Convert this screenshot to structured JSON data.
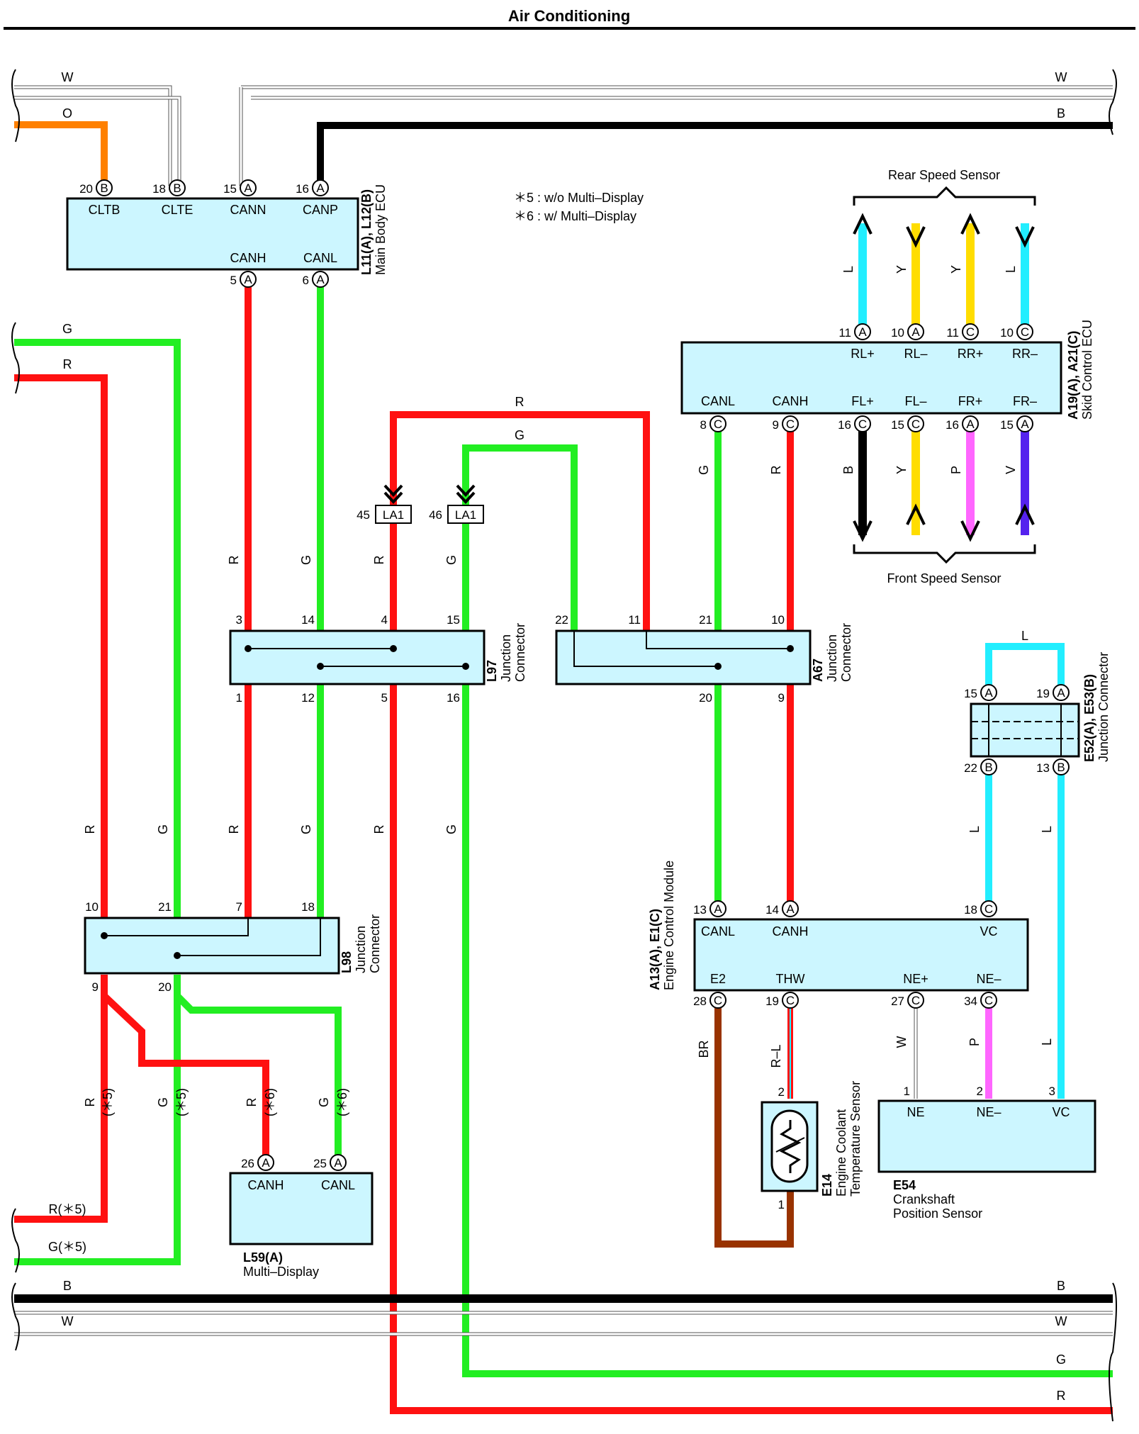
{
  "title": "Air Conditioning",
  "colors": {
    "W": "#ffffff",
    "O": "#ff8000",
    "B": "#000000",
    "G": "#22ee22",
    "R": "#ff1111",
    "L": "#22eeff",
    "Y": "#ffdd00",
    "P": "#ff66ff",
    "V": "#5522ee",
    "BR": "#993300",
    "box": "#ccf6ff"
  },
  "notes": [
    "＊5 : w/o Multi–Display",
    "＊6 : w/ Multi–Display"
  ],
  "components": {
    "body_ecu": {
      "code": "L11(A), L12(B)",
      "name": "Main Body ECU",
      "pins_top": [
        {
          "n": "20",
          "c": "B",
          "s": "CLTB"
        },
        {
          "n": "18",
          "c": "B",
          "s": "CLTE"
        },
        {
          "n": "15",
          "c": "A",
          "s": "CANN"
        },
        {
          "n": "16",
          "c": "A",
          "s": "CANP"
        }
      ],
      "pins_bottom": [
        {
          "n": "5",
          "c": "A",
          "s": "CANH"
        },
        {
          "n": "6",
          "c": "A",
          "s": "CANL"
        }
      ]
    },
    "skid_ecu": {
      "code": "A19(A), A21(C)",
      "name": "Skid Control ECU",
      "pins_top": [
        {
          "n": "11",
          "c": "A",
          "s": "RL+"
        },
        {
          "n": "10",
          "c": "A",
          "s": "RL–"
        },
        {
          "n": "11",
          "c": "C",
          "s": "RR+"
        },
        {
          "n": "10",
          "c": "C",
          "s": "RR–"
        }
      ],
      "pins_bottom": [
        {
          "n": "8",
          "c": "C",
          "s": "CANL"
        },
        {
          "n": "9",
          "c": "C",
          "s": "CANH"
        },
        {
          "n": "16",
          "c": "C",
          "s": "FL+"
        },
        {
          "n": "15",
          "c": "C",
          "s": "FL–"
        },
        {
          "n": "16",
          "c": "A",
          "s": "FR+"
        },
        {
          "n": "15",
          "c": "A",
          "s": "FR–"
        }
      ]
    },
    "rear_speed": "Rear Speed Sensor",
    "front_speed": "Front Speed Sensor",
    "la1": {
      "a": "45",
      "b": "46",
      "code": "LA1"
    },
    "l97": {
      "code": "L97",
      "name": "Junction Connector",
      "top": [
        "3",
        "14",
        "4",
        "15"
      ],
      "bottom": [
        "1",
        "12",
        "5",
        "16"
      ]
    },
    "a67": {
      "code": "A67",
      "name": "Junction Connector",
      "top": [
        "22",
        "11",
        "21",
        "10"
      ],
      "bottom": [
        "20",
        "9"
      ]
    },
    "e52": {
      "code": "E52(A), E53(B)",
      "name": "Junction Connector",
      "top": [
        "15",
        "19"
      ],
      "bottom": [
        "22",
        "13"
      ],
      "top_c": "A",
      "bottom_c": "B"
    },
    "l98": {
      "code": "L98",
      "name": "Junction Connector",
      "top": [
        "10",
        "21",
        "7",
        "18"
      ],
      "bottom": [
        "9",
        "20"
      ]
    },
    "ecm": {
      "code": "A13(A), E1(C)",
      "name": "Engine Control Module",
      "pins_top": [
        {
          "n": "13",
          "c": "A",
          "s": "CANL"
        },
        {
          "n": "14",
          "c": "A",
          "s": "CANH"
        },
        {
          "n": "18",
          "c": "C",
          "s": "VC"
        }
      ],
      "pins_bottom": [
        {
          "n": "28",
          "c": "C",
          "s": "E2"
        },
        {
          "n": "19",
          "c": "C",
          "s": "THW"
        },
        {
          "n": "27",
          "c": "C",
          "s": "NE+"
        },
        {
          "n": "34",
          "c": "C",
          "s": "NE–"
        }
      ]
    },
    "multi": {
      "code": "L59(A)",
      "name": "Multi–Display",
      "pins": [
        {
          "n": "26",
          "c": "A",
          "s": "CANH"
        },
        {
          "n": "25",
          "c": "A",
          "s": "CANL"
        }
      ]
    },
    "e14": {
      "code": "E14",
      "name1": "Engine Coolant",
      "name2": "Temperature Sensor",
      "pin_top": "2",
      "pin_bottom": "1"
    },
    "e54": {
      "code": "E54",
      "name1": "Crankshaft",
      "name2": "Position Sensor",
      "pins": [
        {
          "n": "1",
          "s": "NE"
        },
        {
          "n": "2",
          "s": "NE–"
        },
        {
          "n": "3",
          "s": "VC"
        }
      ]
    }
  },
  "edge_labels": {
    "left": [
      "W",
      "O",
      "G",
      "R",
      "R(＊5)",
      "G(＊5)",
      "B",
      "W"
    ],
    "right": [
      "W",
      "B",
      "B",
      "W",
      "G",
      "R"
    ]
  },
  "wire_labels": [
    "R",
    "G",
    "R",
    "G",
    "R",
    "G",
    "R",
    "G",
    "R",
    "G",
    "G",
    "R",
    "B",
    "Y",
    "P",
    "V",
    "L",
    "Y",
    "Y",
    "L",
    "L",
    "L",
    "L",
    "BR",
    "R–L",
    "W",
    "P",
    "L",
    "(＊5)",
    "(＊6)"
  ]
}
